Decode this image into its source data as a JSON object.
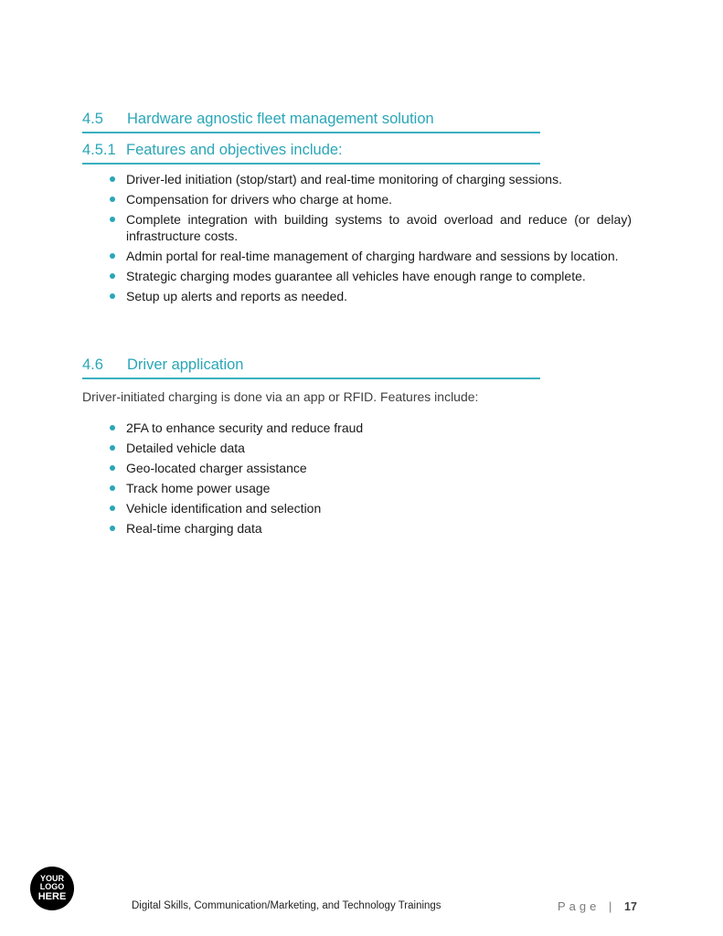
{
  "section_4_5": {
    "number": "4.5",
    "title": "Hardware agnostic fleet management solution"
  },
  "section_4_5_1": {
    "number": "4.5.1",
    "title": "Features and objectives include:",
    "bullets": [
      "Driver-led initiation (stop/start) and real-time monitoring of charging sessions.",
      "Compensation for drivers who charge at home.",
      "Complete integration with building systems to avoid overload and reduce (or delay) infrastructure costs.",
      "Admin portal for real-time management of charging hardware and sessions by location.",
      "Strategic charging modes guarantee all vehicles have enough range to complete.",
      "Setup up alerts and reports as needed."
    ]
  },
  "section_4_6": {
    "number": "4.6",
    "title": "Driver application",
    "intro": "Driver-initiated charging is done via an app or RFID.  Features include:",
    "bullets": [
      "2FA to enhance security and reduce fraud",
      "Detailed vehicle data",
      "Geo-located charger assistance",
      "Track home power usage",
      "Vehicle identification and selection",
      "Real-time charging data"
    ]
  },
  "footer": {
    "logo_line1": "YOUR",
    "logo_line2": "LOGO",
    "logo_line3": "HERE",
    "text": "Digital Skills, Communication/Marketing, and Technology Trainings",
    "page_label": "Page",
    "page_separator": "|",
    "page_number": "17"
  },
  "colors": {
    "accent": "#2aa6b8",
    "body_text": "#1a1a1a"
  }
}
